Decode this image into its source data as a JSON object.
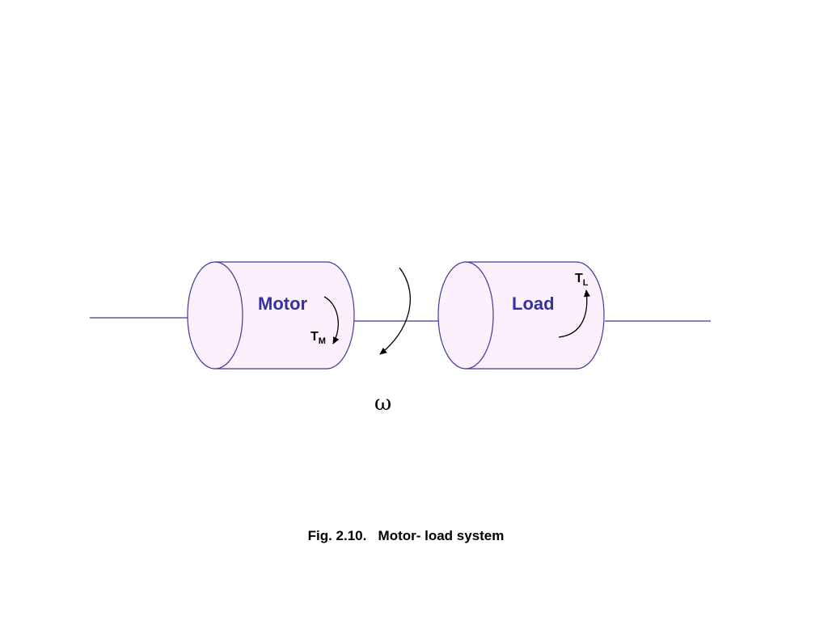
{
  "diagram": {
    "motor_label": "Motor",
    "load_label": "Load",
    "motor_torque": {
      "symbol": "T",
      "subscript": "M"
    },
    "load_torque": {
      "symbol": "T",
      "subscript": "L"
    },
    "speed_symbol": "ω"
  },
  "caption": "Fig. 2.10.   Motor- load system"
}
